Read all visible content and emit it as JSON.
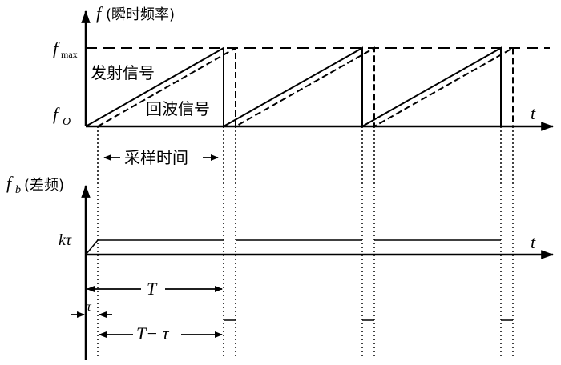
{
  "top_chart": {
    "y_label_main": "f",
    "y_label_paren": "(瞬时频率)",
    "tick_fmax_base": "f",
    "tick_fmax_sub": "max",
    "tick_fo_base": "f",
    "tick_fo_sub": "O",
    "x_label": "t",
    "transmit_label": "发射信号",
    "echo_label": "回波信号"
  },
  "sample_interval": {
    "label": "采样时间"
  },
  "bottom_chart": {
    "y_label_base": "f",
    "y_label_sub": "b",
    "y_label_paren": "(差频)",
    "tick_ktau": "kτ",
    "x_label": "t"
  },
  "dimensions": {
    "T_label": "T",
    "tau_label": "τ",
    "T_minus_tau_label": "T− τ"
  }
}
